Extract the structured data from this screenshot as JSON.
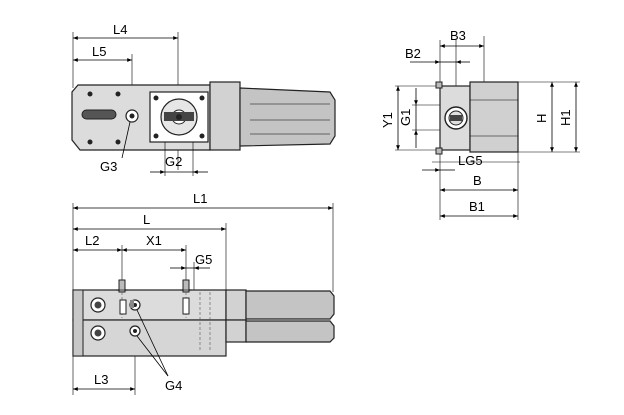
{
  "labels": {
    "L4": "L4",
    "L5": "L5",
    "G3": "G3",
    "G2": "G2",
    "L1": "L1",
    "L": "L",
    "L2": "L2",
    "X1": "X1",
    "G5": "G5",
    "L3": "L3",
    "G4": "G4",
    "B3": "B3",
    "B2": "B2",
    "Y1": "Y1",
    "G1": "G1",
    "H": "H",
    "H1": "H1",
    "LG5": "LG5",
    "B": "B",
    "B1": "B1"
  },
  "colors": {
    "body": "#dcdcdc",
    "body_dark": "#c8c8c8",
    "cylinder": "#c4c4c4",
    "line": "#000000"
  }
}
